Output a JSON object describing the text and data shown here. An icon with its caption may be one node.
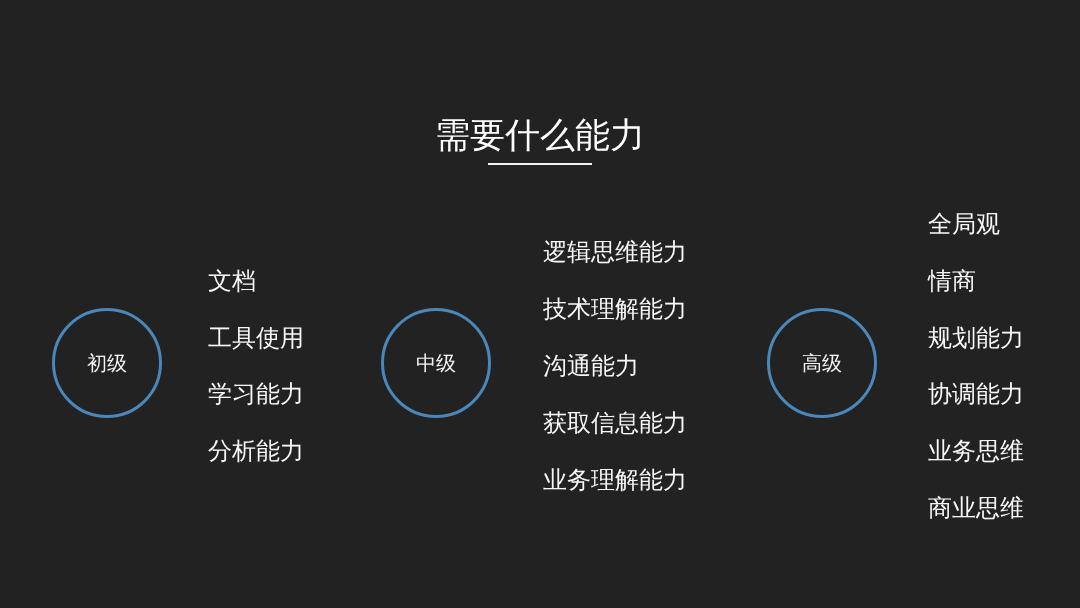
{
  "diagram": {
    "title": "需要什么能力",
    "nodes": [
      {
        "text": [
          "初级"
        ],
        "beside": [
          "文档",
          "工具使用",
          "学习能力",
          "分析能力"
        ]
      },
      {
        "text": [
          "中级"
        ],
        "beside": [
          "逻辑思维能力",
          "技术理解能力",
          "沟通能力",
          "获取信息能力",
          "业务理解能力"
        ]
      },
      {
        "text": [
          "高级"
        ],
        "beside": [
          "全局观",
          "情商",
          "规划能力",
          "协调能力",
          "业务思维",
          "商业思维"
        ]
      }
    ],
    "edges": []
  }
}
